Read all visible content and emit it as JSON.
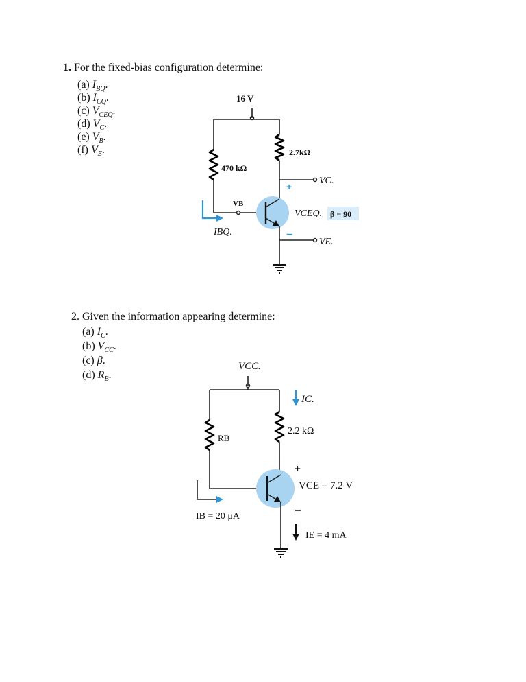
{
  "q1": {
    "number": "1.",
    "prompt": "For the fixed-bias configuration determine:",
    "items": [
      {
        "letter": "(a)",
        "sym": "I",
        "sub": "BQ",
        "dot": "."
      },
      {
        "letter": "(b)",
        "sym": "I",
        "sub": "CQ",
        "dot": "."
      },
      {
        "letter": "(c)",
        "sym": "V",
        "sub": "CEQ",
        "dot": "."
      },
      {
        "letter": "(d)",
        "sym": "V",
        "sub": "C",
        "dot": "."
      },
      {
        "letter": "(e)",
        "sym": "V",
        "sub": "B",
        "dot": "."
      },
      {
        "letter": "(f)",
        "sym": "V",
        "sub": "E",
        "dot": "."
      }
    ],
    "circuit": {
      "supply": "16 V",
      "rb": "470 kΩ",
      "rc": "2.7kΩ",
      "vb": "VB",
      "vc": "VC.",
      "vce": "VCEQ.",
      "beta": "β = 90",
      "ibq": "IBQ.",
      "ve": "VE.",
      "plus": "+",
      "minus": "−"
    }
  },
  "q2": {
    "number": "2.",
    "prompt": "Given the information appearing determine:",
    "items": [
      {
        "letter": "(a)",
        "sym": "I",
        "sub": "C",
        "dot": "."
      },
      {
        "letter": "(b)",
        "sym": "V",
        "sub": "CC",
        "dot": "."
      },
      {
        "letter": "(c)",
        "sym": "β",
        "sub": "",
        "dot": "."
      },
      {
        "letter": "(d)",
        "sym": "R",
        "sub": "B",
        "dot": "."
      }
    ],
    "circuit": {
      "supply": "VCC.",
      "rb": "RB",
      "rc": "2.2 kΩ",
      "ic": "IC.",
      "vce": "VCE = 7.2 V",
      "ib": "IB = 20 μA",
      "ie": "IE = 4 mA",
      "plus": "+",
      "minus": "−"
    }
  },
  "colors": {
    "accent": "#2e96d6",
    "transistor": "#a9d4f1",
    "beta_box": "#d9ecfa"
  }
}
